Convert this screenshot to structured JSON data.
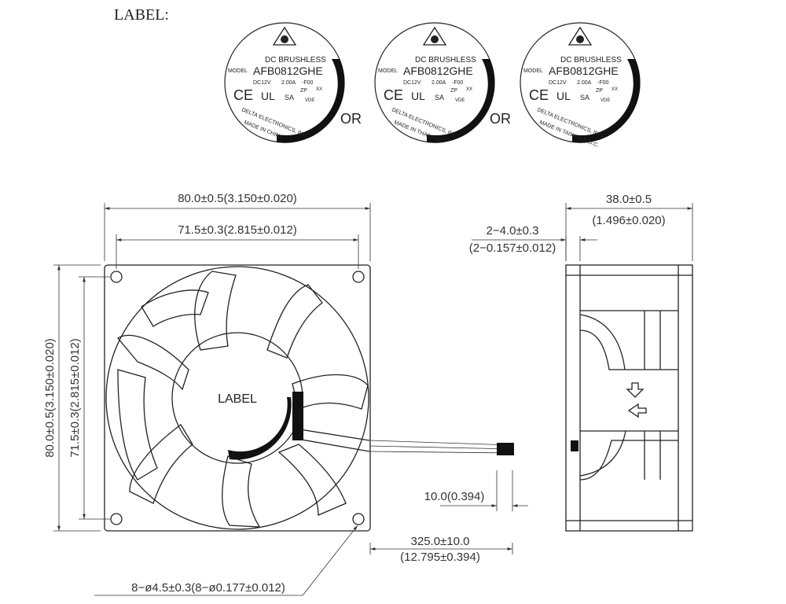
{
  "heading": "LABEL:",
  "labels": [
    {
      "title": "DC BRUSHLESS",
      "model_prefix": "MODEL",
      "model": "AFB0812GHE",
      "voltage": "DC12V",
      "current": "2.00A",
      "suffix": "-F00",
      "mark_ce": "CE",
      "mark_ul": "UL",
      "mark_sa": "SA",
      "mark_zp": "ZP",
      "mark_vdc": "VDE",
      "mark_xx": "XX",
      "maker": "DELTA ELECTRONICS, INC.",
      "origin": "MADE IN CHINA"
    },
    {
      "title": "DC BRUSHLESS",
      "model_prefix": "MODEL",
      "model": "AFB0812GHE",
      "voltage": "DC12V",
      "current": "2.00A",
      "suffix": "-F00",
      "mark_ce": "CE",
      "mark_ul": "UL",
      "mark_sa": "SA",
      "mark_zp": "ZP",
      "mark_vdc": "VDE",
      "mark_xx": "XX",
      "maker": "DELTA ELECTRONICS, INC.",
      "origin": "MADE IN THAILAND"
    },
    {
      "title": "DC BRUSHLESS",
      "model_prefix": "MODEL",
      "model": "AFB0812GHE",
      "voltage": "DC12V",
      "current": "2.00A",
      "suffix": "-F00",
      "mark_ce": "CE",
      "mark_ul": "UL",
      "mark_sa": "SA",
      "mark_zp": "ZP",
      "mark_vdc": "VDE",
      "mark_xx": "XX",
      "maker": "DELTA ELECTRONICS, INC.",
      "origin": "MADE IN TAIWAN R.O.C."
    }
  ],
  "or_text": "OR",
  "hub_label": "LABEL",
  "dims": {
    "overall_width": "80.0±0.5(3.150±0.020)",
    "hole_pitch_x": "71.5±0.3(2.815±0.012)",
    "overall_height": "80.0±0.5(3.150±0.020)",
    "hole_pitch_y": "71.5±0.3(2.815±0.012)",
    "depth_mm": "38.0±0.5",
    "depth_in": "(1.496±0.020)",
    "flange_mm": "2−4.0±0.3",
    "flange_in": "(2−0.157±0.012)",
    "lead_strip_mm": "10.0(0.394)",
    "lead_len_mm": "325.0±10.0",
    "lead_len_in": "(12.795±0.394)",
    "holes": "8−ø4.5±0.3(8−ø0.177±0.012)"
  },
  "arrows": {
    "airflow": "arrow-down-icon",
    "rotation": "arrow-left-icon"
  }
}
